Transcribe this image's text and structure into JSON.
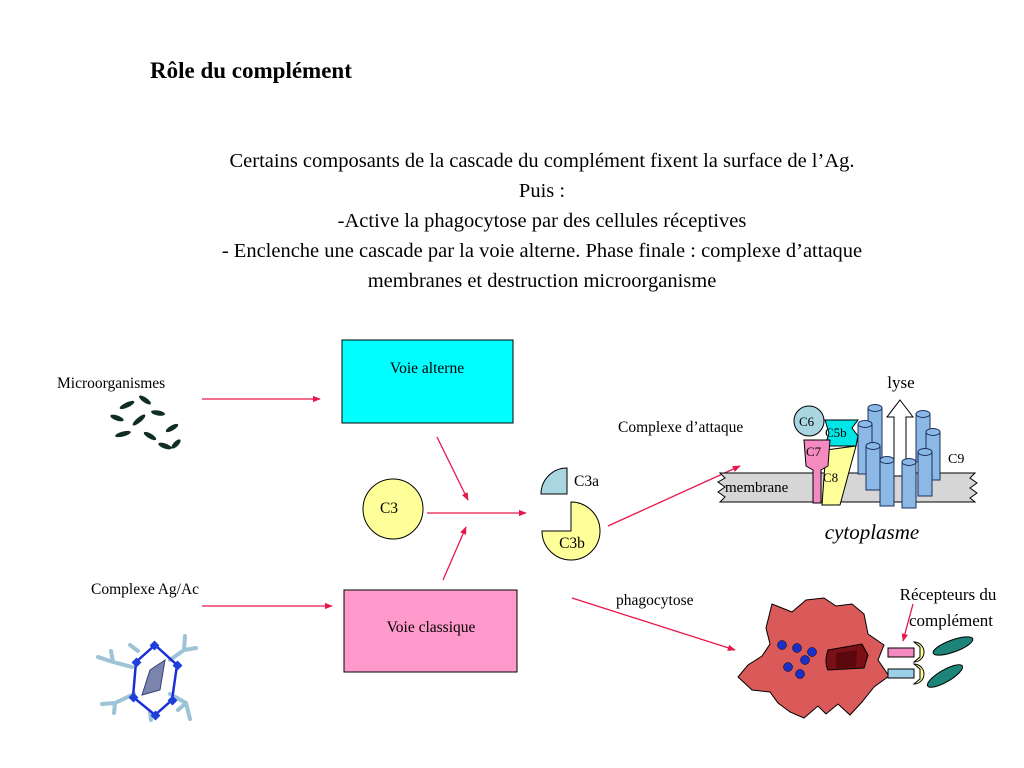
{
  "title": "Rôle du complément",
  "intro_lines": [
    "Certains composants de la cascade du complément fixent la surface de l’Ag.",
    "Puis :",
    "-Active la phagocytose par des cellules réceptives",
    "- Enclenche une cascade par la voie alterne. Phase finale : complexe d’attaque",
    "membranes et destruction microorganisme"
  ],
  "diagram": {
    "microorganismes": "Microorganismes",
    "complexe_ag_ac": "Complexe Ag/Ac",
    "voie_alterne": "Voie alterne",
    "voie_classique": "Voie classique",
    "c3": "C3",
    "c3a": "C3a",
    "c3b": "C3b",
    "complexe_attaque": "Complexe d’attaque",
    "lyse": "lyse",
    "c6": "C6",
    "c5b": "C5b",
    "c7": "C7",
    "c8": "C8",
    "c9": "C9",
    "membrane": "membrane",
    "cytoplasme": "cytoplasme",
    "phagocytose": "phagocytose",
    "recepteurs_line1": "Récepteurs du",
    "recepteurs_line2": "complément"
  },
  "colors": {
    "arrow": "#e8174b",
    "voie_alterne_fill": "#00ffff",
    "voie_classique_fill": "#ff99cc",
    "c3_fill": "#ffff99",
    "c3a_fill": "#a9d6e0",
    "c9_fill": "#8cb8e6",
    "cell_fill": "#d95a58",
    "membrane_fill": "#d6d6d6"
  }
}
